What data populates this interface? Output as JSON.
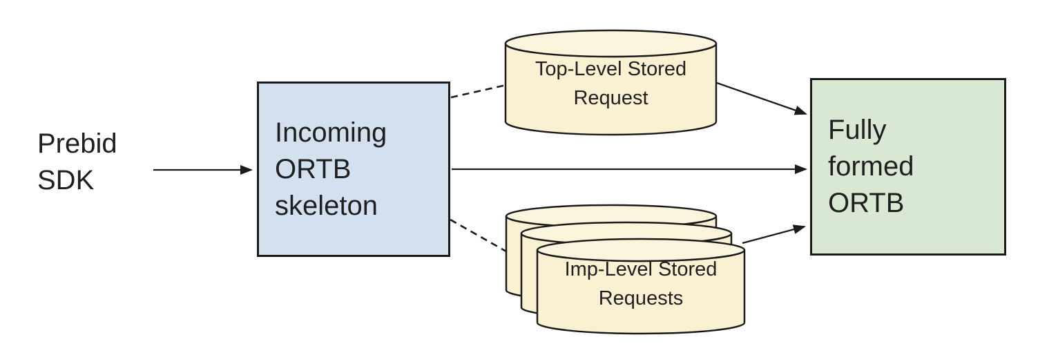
{
  "colors": {
    "background": "#ffffff",
    "stroke": "#1a1a1a",
    "text": "#1f1f1f",
    "incoming_box_fill": "#d3e0ef",
    "fully_formed_box_fill": "#d9e8d2",
    "cylinder_body_fill": "#faf0d2",
    "cylinder_lid_fill": "#fcf5de"
  },
  "nodes": {
    "prebid_sdk": {
      "type": "text",
      "lines": [
        "Prebid",
        "SDK"
      ]
    },
    "incoming_ortb_skeleton": {
      "type": "rect",
      "lines": [
        "Incoming",
        "ORTB",
        "skeleton"
      ],
      "fill": "#d3e0ef"
    },
    "top_level_stored_request": {
      "type": "cylinder",
      "lines": [
        "Top-Level Stored",
        "Request"
      ],
      "fill": "#faf0d2",
      "lid_fill": "#fcf5de"
    },
    "imp_level_stored_requests": {
      "type": "stacked-cylinders",
      "stack_count": 3,
      "lines": [
        "Imp-Level Stored",
        "Requests"
      ],
      "fill": "#faf0d2",
      "lid_fill": "#fcf5de"
    },
    "fully_formed_ortb": {
      "type": "rect",
      "lines": [
        "Fully",
        "formed",
        "ORTB"
      ],
      "fill": "#d9e8d2"
    }
  },
  "edges": [
    {
      "from": "prebid-sdk",
      "to": "incoming-ortb-skeleton",
      "style": "solid",
      "arrow": true
    },
    {
      "from": "incoming-ortb-skeleton",
      "to": "top-level-stored-request",
      "style": "dashed",
      "arrow": false
    },
    {
      "from": "incoming-ortb-skeleton",
      "to": "fully-formed-ortb",
      "style": "solid",
      "arrow": true
    },
    {
      "from": "incoming-ortb-skeleton",
      "to": "imp-level-stored-requests",
      "style": "dashed",
      "arrow": false
    },
    {
      "from": "top-level-stored-request",
      "to": "fully-formed-ortb",
      "style": "solid",
      "arrow": true
    },
    {
      "from": "imp-level-stored-requests",
      "to": "fully-formed-ortb",
      "style": "solid",
      "arrow": true
    }
  ]
}
